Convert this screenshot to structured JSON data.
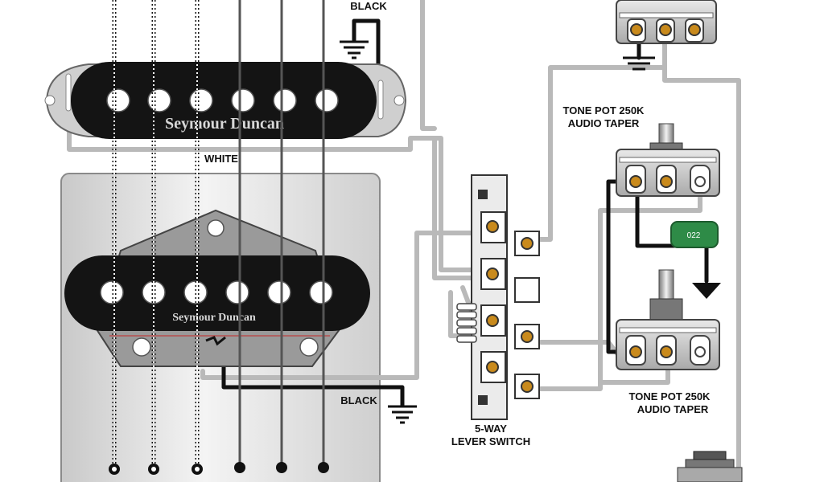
{
  "labels": {
    "black_top": "BLACK",
    "white": "WHITE",
    "black_bottom": "BLACK",
    "tone_pot_upper_line1": "TONE POT 250K",
    "tone_pot_upper_line2": "AUDIO TAPER",
    "tone_pot_lower_line1": "TONE POT 250K",
    "tone_pot_lower_line2": "AUDIO TAPER",
    "switch_line1": "5-WAY",
    "switch_line2": "LEVER SWITCH"
  },
  "pickups": {
    "neck_brand": "Seymour Duncan",
    "bridge_brand": "Seymour Duncan"
  },
  "capacitor": {
    "value": "022"
  },
  "colors": {
    "wire_gray": "#b9b9b9",
    "wire_black": "#111111",
    "lug_gold": "#c98a1c",
    "capacitor_green": "#2e8b47",
    "pickup_black": "#141414"
  }
}
